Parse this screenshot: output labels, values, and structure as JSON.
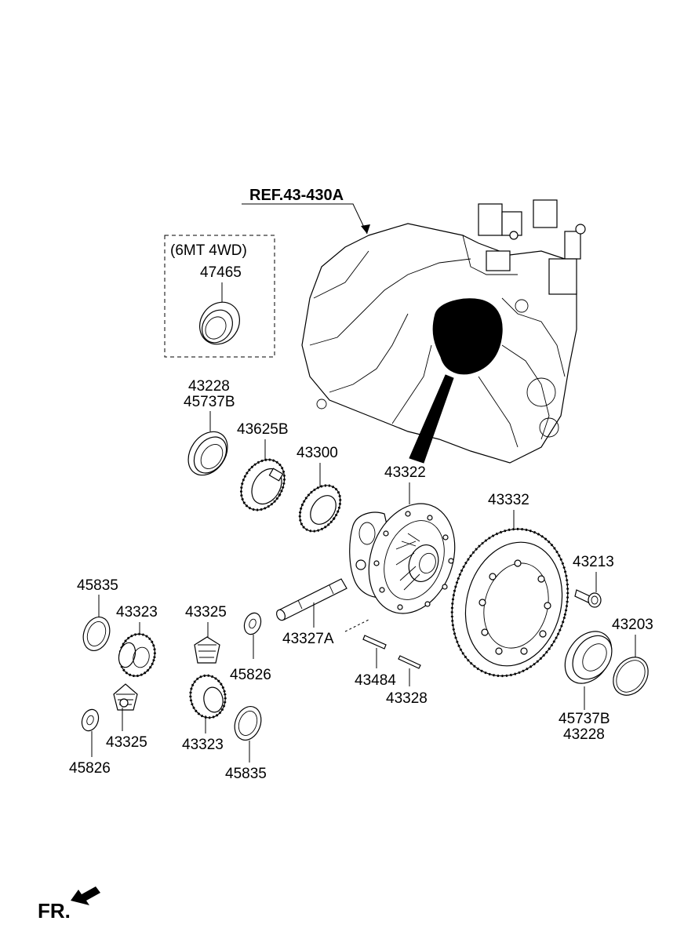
{
  "reference": "REF.43-430A",
  "option_box_title": "(6MT 4WD)",
  "fr_label": "FR.",
  "parts": {
    "p47465": "47465",
    "p43228_a": "43228",
    "p45737B_a": "45737B",
    "p43625B": "43625B",
    "p43300": "43300",
    "p43322": "43322",
    "p43332": "43332",
    "p43213": "43213",
    "p43203": "43203",
    "p45737B_b": "45737B",
    "p43228_b": "43228",
    "p43327A": "43327A",
    "p43484": "43484",
    "p43328": "43328",
    "p45835_a": "45835",
    "p43323_a": "43323",
    "p43325_a": "43325",
    "p45826_a": "45826",
    "p43325_b": "43325",
    "p45826_b": "45826",
    "p43323_b": "43323",
    "p45835_b": "45835"
  }
}
